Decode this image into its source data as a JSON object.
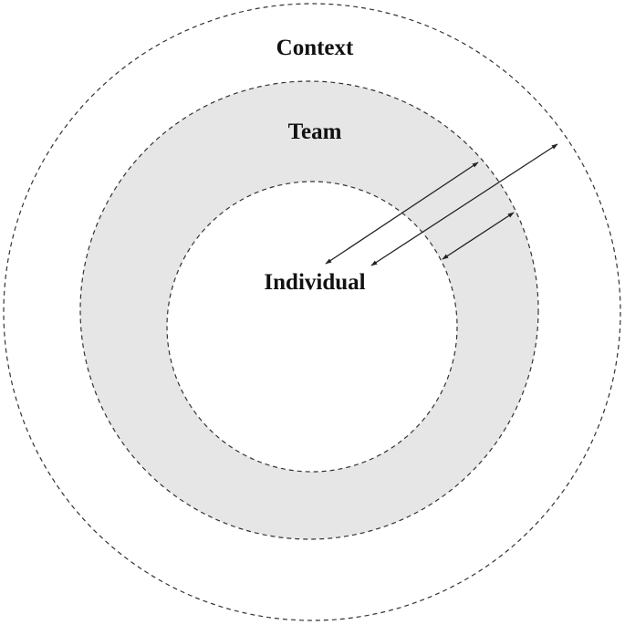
{
  "diagram": {
    "labels": {
      "context": "Context",
      "team": "Team",
      "individual": "Individual"
    },
    "colors": {
      "background": "#ffffff",
      "team_ring_fill": "#e6e6e6",
      "stroke": "#333333",
      "arrow": "#222222",
      "text": "#111111"
    }
  }
}
